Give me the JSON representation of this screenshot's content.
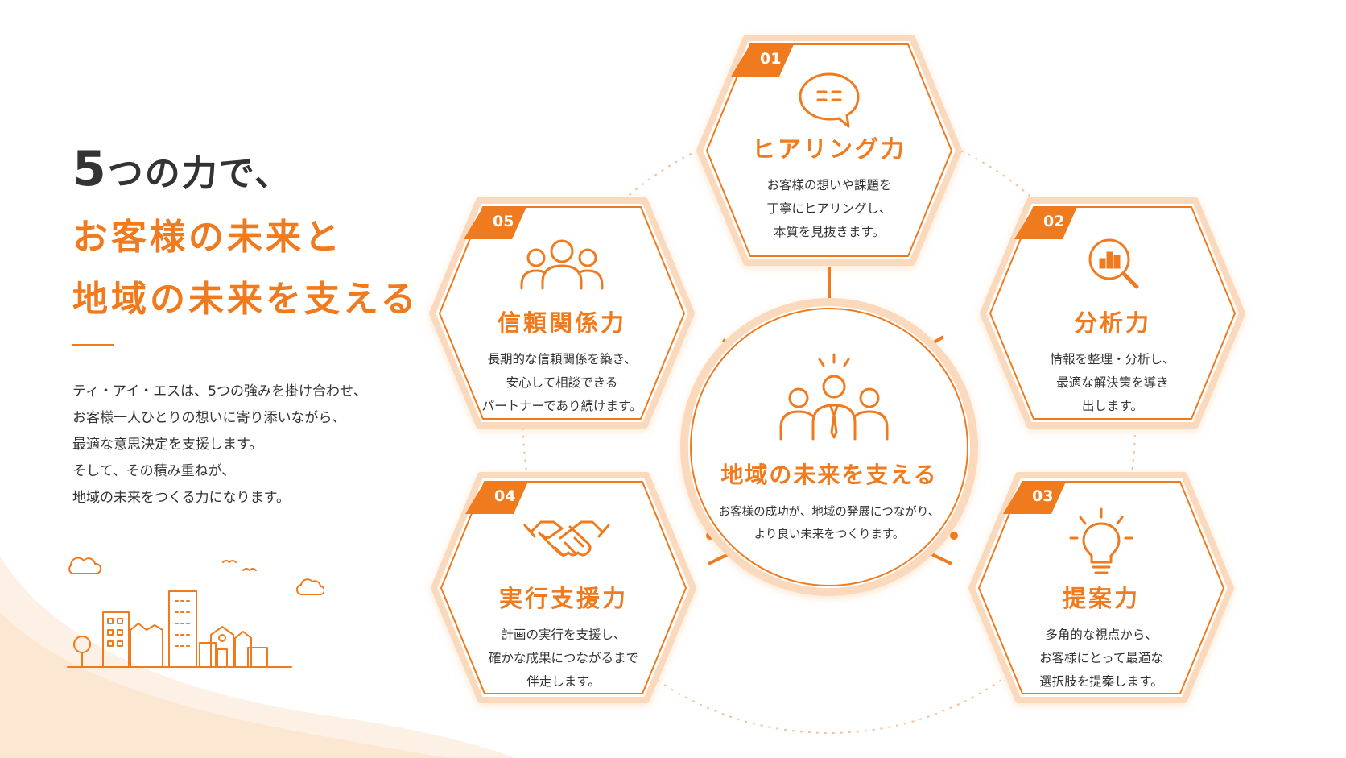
{
  "heading": {
    "line1_number": "5",
    "line1_rest": "つの力で、",
    "line2": "お客様の未来と",
    "line3": "地域の未来を支える"
  },
  "description": [
    "ティ・アイ・エスは、5つの強みを掛け合わせ、",
    "お客様一人ひとりの想いに寄り添いながら、",
    "最適な意思決定を支援します。",
    "そして、その積み重ねが、",
    "地域の未来をつくる力になります。"
  ],
  "center": {
    "title": "地域の未来を支える",
    "desc": [
      "お客様の成功が、地域の発展につながり、",
      "より良い未来をつくります。"
    ],
    "icon": "team-leader-icon"
  },
  "strengths": [
    {
      "number": "01",
      "title": "ヒアリング力",
      "icon": "speech-bubble-icon",
      "desc": [
        "お客様の想いや課題を",
        "丁寧にヒアリングし、",
        "本質を見抜きます。"
      ]
    },
    {
      "number": "02",
      "title": "分析力",
      "icon": "magnifier-chart-icon",
      "desc": [
        "情報を整理・分析し、",
        "最適な解決策を導き",
        "出します。"
      ]
    },
    {
      "number": "03",
      "title": "提案力",
      "icon": "lightbulb-icon",
      "desc": [
        "多角的な視点から、",
        "お客様にとって最適な",
        "選択肢を提案します。"
      ]
    },
    {
      "number": "04",
      "title": "実行支援力",
      "icon": "handshake-icon",
      "desc": [
        "計画の実行を支援し、",
        "確かな成果につながるまで",
        "伴走します。"
      ]
    },
    {
      "number": "05",
      "title": "信頼関係力",
      "icon": "group-people-icon",
      "desc": [
        "長期的な信頼関係を築き、",
        "安心して相談できる",
        "パートナーであり続けます。"
      ]
    }
  ],
  "colors": {
    "accent": "#f07a1e",
    "text": "#333333",
    "wave": "#fde9d8"
  }
}
